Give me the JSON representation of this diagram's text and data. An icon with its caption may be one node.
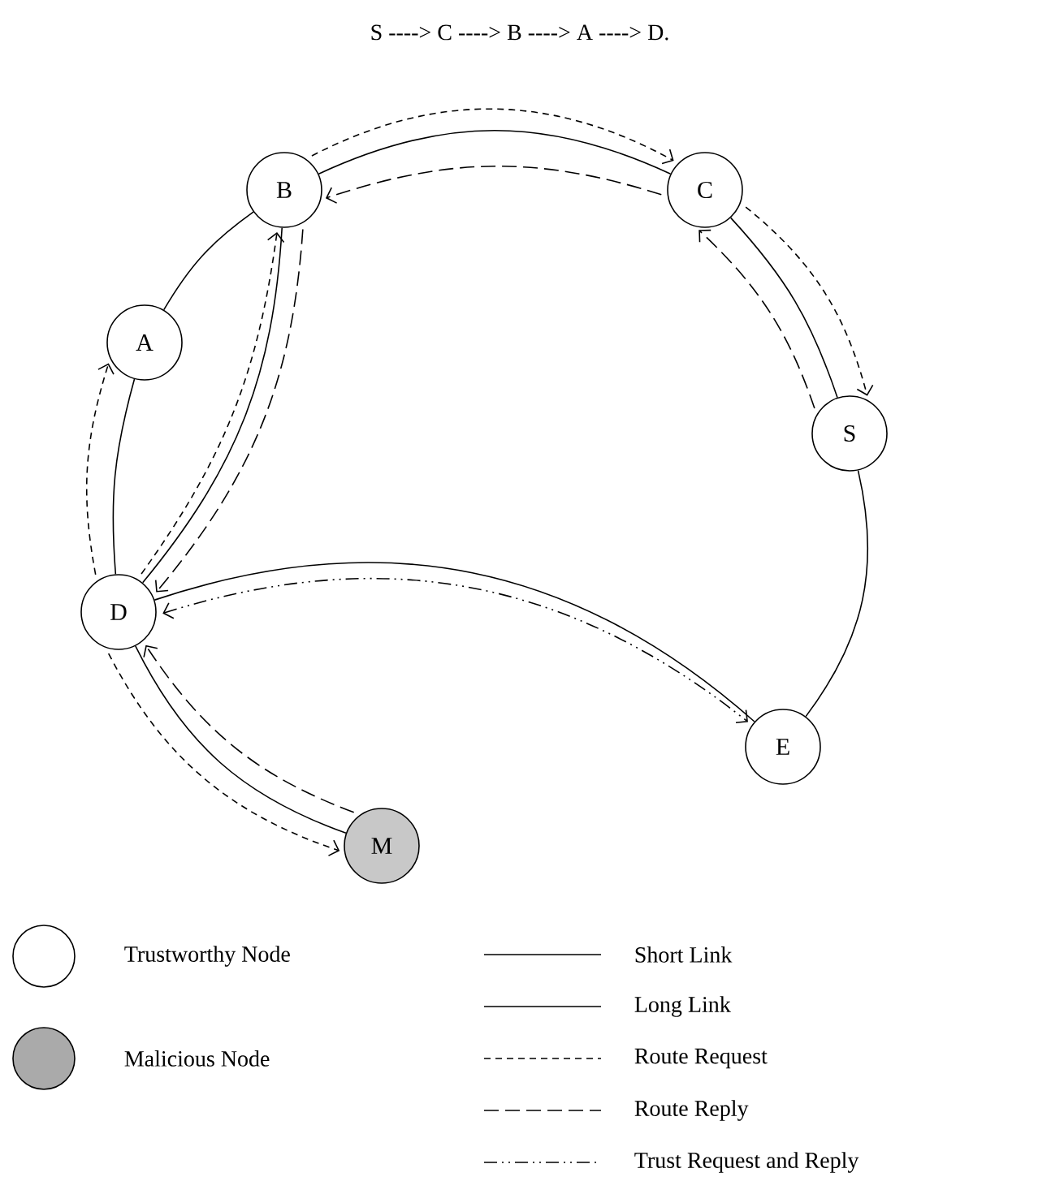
{
  "diagram": {
    "title": "S ----> C ----> B ----> A ----> D.",
    "nodes": [
      {
        "text": [
          "B"
        ]
      },
      {
        "text": [
          "C"
        ]
      },
      {
        "text": [
          "A"
        ]
      },
      {
        "text": [
          "S"
        ]
      },
      {
        "text": [
          "D"
        ]
      },
      {
        "text": [
          "E"
        ]
      },
      {
        "text": [
          "M"
        ]
      }
    ],
    "edges": [
      {
        "from": 0,
        "to": 1,
        "arrow": "none"
      },
      {
        "from": 1,
        "to": 3,
        "arrow": "none"
      },
      {
        "from": 3,
        "to": 5,
        "arrow": "none"
      },
      {
        "from": 4,
        "to": 5,
        "arrow": "none"
      },
      {
        "from": 4,
        "to": 6,
        "arrow": "none"
      },
      {
        "from": 2,
        "to": 4,
        "arrow": "none"
      },
      {
        "from": 2,
        "to": 0,
        "arrow": "none"
      },
      {
        "from": 4,
        "to": 0,
        "arrow": "none"
      },
      {
        "from": 0,
        "to": 1,
        "arrow": "to",
        "style": "dashed"
      },
      {
        "from": 1,
        "to": 0,
        "arrow": "to",
        "style": "dashed"
      },
      {
        "from": 1,
        "to": 3,
        "arrow": "to",
        "style": "dashed"
      },
      {
        "from": 3,
        "to": 1,
        "arrow": "to",
        "style": "dashed"
      },
      {
        "from": 4,
        "to": 2,
        "arrow": "to",
        "style": "dashed"
      },
      {
        "from": 4,
        "to": 0,
        "arrow": "to",
        "style": "dashed"
      },
      {
        "from": 0,
        "to": 4,
        "arrow": "to",
        "style": "dashed"
      },
      {
        "from": 4,
        "to": 5,
        "arrow": "both",
        "style": "dashed"
      },
      {
        "from": 4,
        "to": 6,
        "arrow": "to",
        "style": "dashed"
      },
      {
        "from": 6,
        "to": 4,
        "arrow": "to",
        "style": "dashed"
      }
    ],
    "legend": [
      {
        "text": "Trustworthy Node"
      },
      {
        "text": "Malicious Node"
      },
      {
        "text": "Short Link"
      },
      {
        "text": "Long Link"
      },
      {
        "text": "Route Request"
      },
      {
        "text": "Route Reply"
      },
      {
        "text": "Trust Request and Reply"
      }
    ]
  }
}
